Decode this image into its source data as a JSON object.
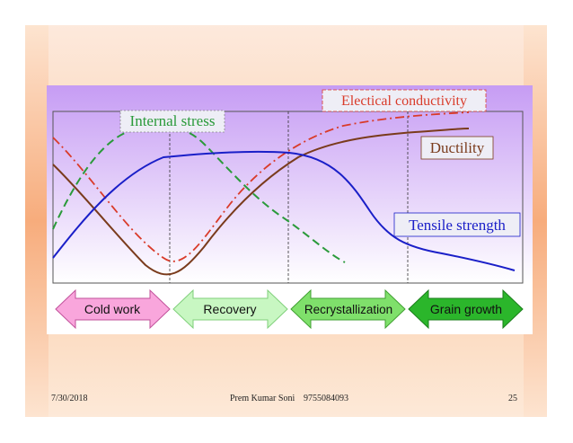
{
  "diagram": {
    "labels": {
      "internal_stress": "Internal stress",
      "electrical_conductivity": "Electical conductivity",
      "ductility": "Ductility",
      "tensile_strength": "Tensile strength"
    },
    "stages": [
      "Cold work",
      "Recovery",
      "Recrystallization",
      "Grain growth"
    ],
    "colors": {
      "internal_stress": "#2a9a3a",
      "electrical_conductivity": "#d93b2a",
      "ductility": "#7a3b1c",
      "tensile_strength": "#1a1fc8",
      "plot_bg_top": "#c69cf4",
      "plot_bg_bottom": "#ffffff",
      "cold_work": "#f9a6dc",
      "recovery": "#c8f7c2",
      "recrystallization": "#7fe06b",
      "grain_growth": "#2bb62b"
    }
  },
  "footer": {
    "date": "7/30/2018",
    "author": "Prem Kumar Soni",
    "phone": "9755084093",
    "page": "25"
  }
}
